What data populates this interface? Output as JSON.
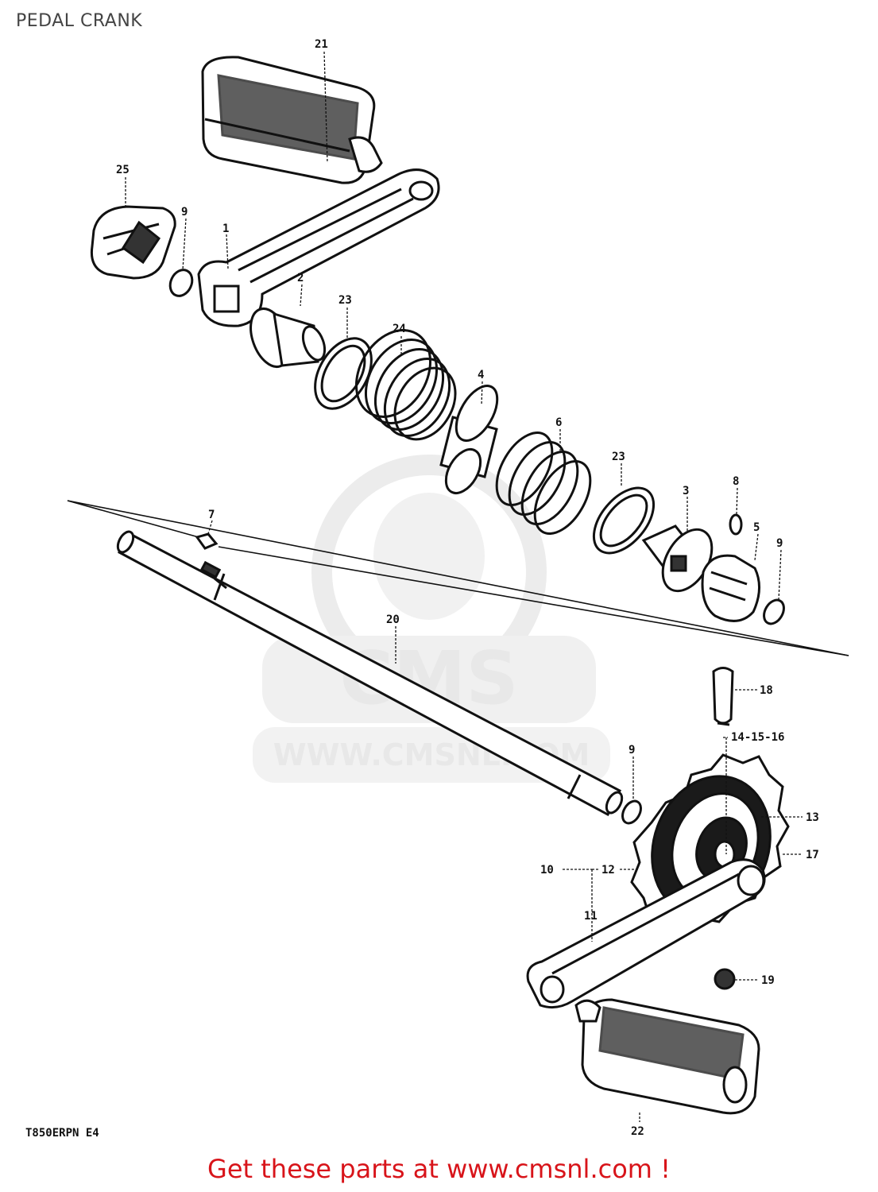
{
  "page": {
    "title": "PEDAL CRANK",
    "footer_link": "Get these parts at www.cmsnl.com !",
    "diagram_code": "T850ERPN E4"
  },
  "watermark": {
    "logo_text": "CMS",
    "url_text": "WWW.CMSNL.COM"
  },
  "callouts": [
    {
      "id": "c21",
      "text": "21"
    },
    {
      "id": "c25",
      "text": "25"
    },
    {
      "id": "c9a",
      "text": "9"
    },
    {
      "id": "c1",
      "text": "1"
    },
    {
      "id": "c2",
      "text": "2"
    },
    {
      "id": "c23a",
      "text": "23"
    },
    {
      "id": "c24",
      "text": "24"
    },
    {
      "id": "c4",
      "text": "4"
    },
    {
      "id": "c6",
      "text": "6"
    },
    {
      "id": "c23b",
      "text": "23"
    },
    {
      "id": "c3",
      "text": "3"
    },
    {
      "id": "c8",
      "text": "8"
    },
    {
      "id": "c5",
      "text": "5"
    },
    {
      "id": "c9b",
      "text": "9"
    },
    {
      "id": "c7",
      "text": "7"
    },
    {
      "id": "c20",
      "text": "20"
    },
    {
      "id": "c18",
      "text": "18"
    },
    {
      "id": "c141516",
      "text": "14-15-16"
    },
    {
      "id": "c9c",
      "text": "9"
    },
    {
      "id": "c13",
      "text": "13"
    },
    {
      "id": "c17",
      "text": "17"
    },
    {
      "id": "c10",
      "text": "10"
    },
    {
      "id": "c12",
      "text": "12"
    },
    {
      "id": "c11",
      "text": "11"
    },
    {
      "id": "c19",
      "text": "19"
    },
    {
      "id": "c22",
      "text": "22"
    }
  ],
  "colors": {
    "ink": "#111111",
    "title": "#444444",
    "footer": "#d8141a",
    "watermark": "#e8e8e8"
  }
}
